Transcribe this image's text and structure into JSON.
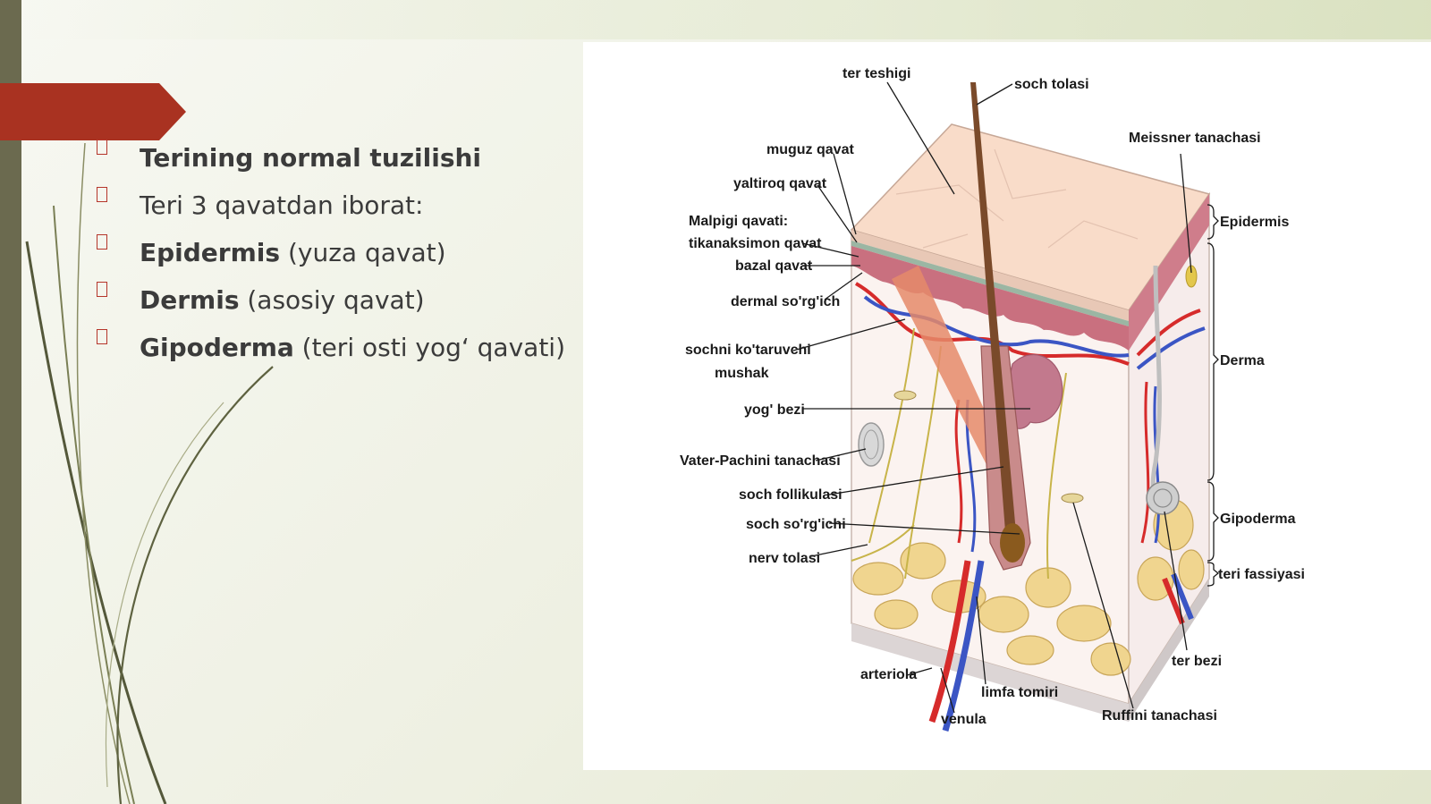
{
  "slide": {
    "bullets": [
      {
        "bold": "Terining normal tuzilishi",
        "rest": ""
      },
      {
        "bold": "",
        "rest": "Teri 3 qavatdan iborat:"
      },
      {
        "bold": "Epidermis",
        "rest": " (yuza qavat)"
      },
      {
        "bold": "Dermis",
        "rest": " (asosiy qavat)"
      },
      {
        "bold": "Gipoderma",
        "rest": " (teri osti yog‘ qavati)"
      }
    ]
  },
  "diagram": {
    "labels": {
      "ter_teshigi": "ter teshigi",
      "soch_tolasi": "soch tolasi",
      "muguz_qavat": "muguz qavat",
      "yaltiroq_qavat": "yaltiroq qavat",
      "malpigi_1": "Malpigi qavati:",
      "malpigi_2": "tikanaksimon qavat",
      "bazal_qavat": "bazal qavat",
      "dermal": "dermal so'rg'ich",
      "muscle_1": "sochni ko'taruvchi",
      "muscle_2": "mushak",
      "yog_bezi": "yog' bezi",
      "vater": "Vater-Pachini tanachasi",
      "follikula": "soch follikulasi",
      "soch_sorgichi": "soch so'rg'ichi",
      "nerv": "nerv tolasi",
      "arteriola": "arteriola",
      "venula": "venula",
      "limfa": "limfa tomiri",
      "ruffini": "Ruffini tanachasi",
      "ter_bezi": "ter bezi",
      "meissner": "Meissner tanachasi",
      "epidermis": "Epidermis",
      "derma": "Derma",
      "gipoderma": "Gipoderma",
      "fassiya": "teri fassiyasi"
    }
  },
  "colors": {
    "accent_red": "#a93221",
    "strip": "#6b6a4f",
    "artery": "#d62b2b",
    "vein": "#3b55c4"
  }
}
